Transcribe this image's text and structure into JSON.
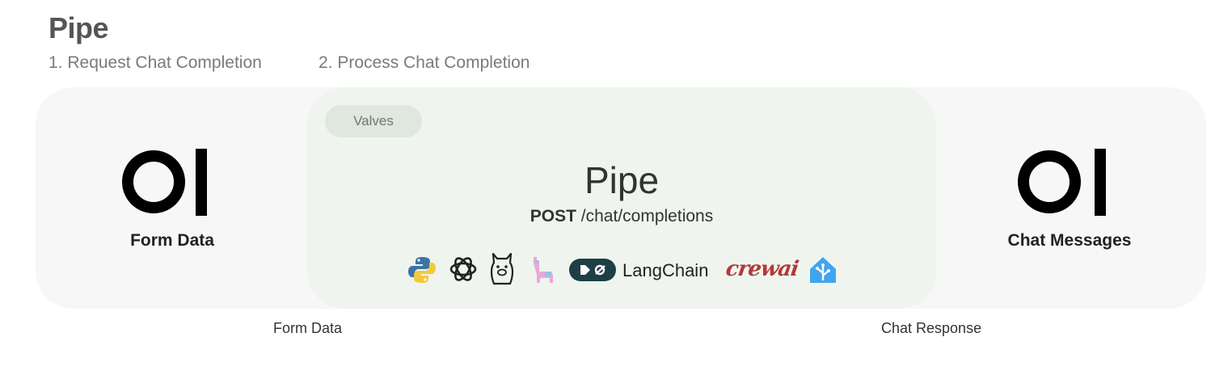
{
  "title": "Pipe",
  "steps": [
    "1. Request Chat Completion",
    "2. Process Chat Completion"
  ],
  "valves_label": "Valves",
  "left_node": {
    "logo": "OI",
    "label": "Form Data"
  },
  "right_node": {
    "logo": "OI",
    "label": "Chat Messages"
  },
  "pipe": {
    "name": "Pipe",
    "method": "POST",
    "path": "/chat/completions"
  },
  "integrations": {
    "icons": [
      "python-icon",
      "openai-icon",
      "llama-icon",
      "alpaca-icon",
      "langchain-icon",
      "crewai-icon",
      "home-assistant-icon"
    ],
    "langchain_text": "LangChain",
    "crewai_text": "crewai"
  },
  "edges": {
    "left": "Form Data",
    "right": "Chat Response"
  },
  "colors": {
    "outer_bg": "#f6f7f6",
    "inner_bg": "#eff5ee",
    "valves_bg": "#dfe7de"
  }
}
